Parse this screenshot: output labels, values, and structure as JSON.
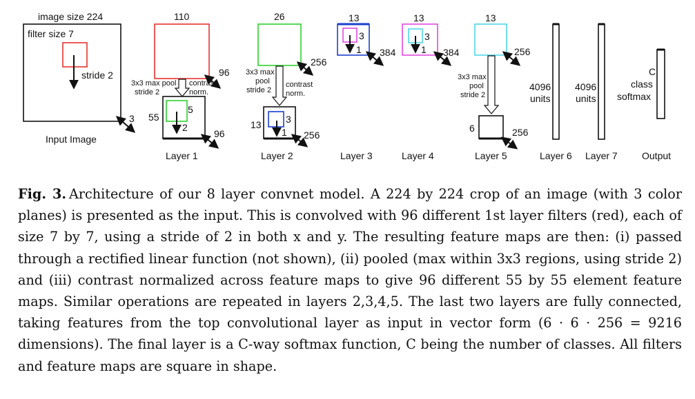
{
  "diagram": {
    "input": {
      "image_size": "image size 224",
      "filter_size": "filter size 7",
      "stride": "stride 2",
      "depth": "3",
      "name": "Input Image"
    },
    "layer1": {
      "top_size": "110",
      "top_depth": "96",
      "pool_1": "3x3 max pool",
      "pool_2": "stride 2",
      "contrast_1": "contrast",
      "contrast_2": "norm.",
      "map_size": "55",
      "filter_size": "5",
      "stride": "2",
      "depth": "96",
      "name": "Layer 1"
    },
    "layer2": {
      "top_size": "26",
      "top_depth": "256",
      "pool_1": "3x3 max",
      "pool_2": "pool",
      "pool_3": "stride 2",
      "contrast_1": "contrast",
      "contrast_2": "norm.",
      "map_size": "13",
      "filter_size": "3",
      "stride": "1",
      "depth": "256",
      "name": "Layer 2"
    },
    "layer3": {
      "size": "13",
      "filter_size": "3",
      "stride": "1",
      "depth": "384",
      "name": "Layer 3"
    },
    "layer4": {
      "size": "13",
      "filter_size": "3",
      "stride": "1",
      "depth": "384",
      "name": "Layer 4"
    },
    "layer5": {
      "size": "13",
      "top_depth": "256",
      "pool_1": "3x3 max",
      "pool_2": "pool",
      "pool_3": "stride 2",
      "map_size": "6",
      "depth": "256",
      "name": "Layer 5"
    },
    "layer6": {
      "units_1": "4096",
      "units_2": "units",
      "name": "Layer 6"
    },
    "layer7": {
      "units_1": "4096",
      "units_2": "units",
      "name": "Layer 7"
    },
    "output": {
      "line1": "C",
      "line2": "class",
      "line3": "softmax",
      "name": "Output"
    }
  },
  "colors": {
    "layer1_filter": "#e8322d",
    "layer2_filter": "#2fd12f",
    "layer3_filter": "#1b3fcf",
    "layer4_filter": "#e04ae0",
    "layer5_filter": "#4fd6e8",
    "line": "#111111"
  },
  "caption": {
    "label": "Fig. 3.",
    "text": "Architecture of our 8 layer convnet model. A 224 by 224 crop of an image (with 3 color planes) is presented as the input. This is convolved with 96 different 1st layer filters (red), each of size 7 by 7, using a stride of 2 in both x and y. The resulting feature maps are then: (i) passed through a rectified linear function (not shown), (ii) pooled (max within 3x3 regions, using stride 2) and (iii) contrast normalized across feature maps to give 96 different 55 by 55 element feature maps. Similar operations are repeated in layers 2,3,4,5. The last two layers are fully connected, taking features from the top convolutional layer as input in vector form (6 · 6 · 256 = 9216 dimensions). The final layer is a C-way softmax function, C being the number of classes. All filters and feature maps are square in shape."
  }
}
